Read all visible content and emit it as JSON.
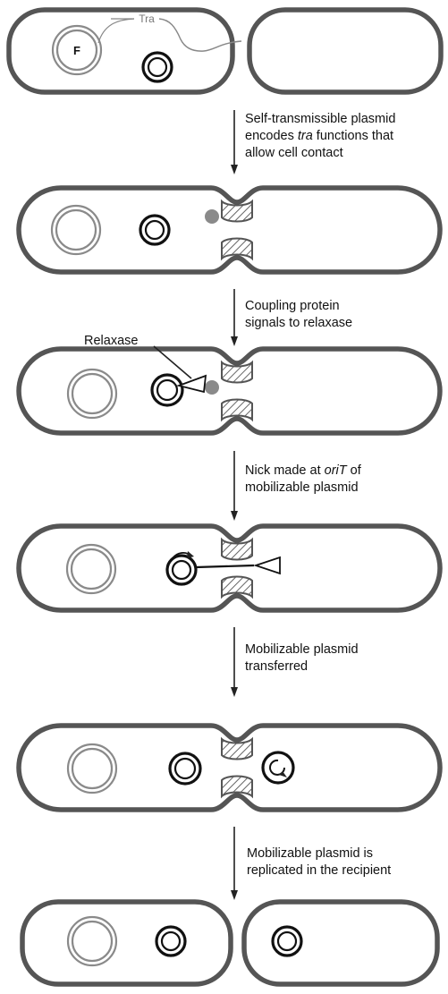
{
  "labels": {
    "f_plasmid": "F",
    "tra": "Tra",
    "relaxase": "Relaxase"
  },
  "steps": [
    {
      "line1": "Self-transmissible plasmid",
      "line2a": "encodes ",
      "line2b": "tra",
      "line2c": " functions that",
      "line3": "allow cell contact"
    },
    {
      "line1": "Coupling protein",
      "line2": "signals to relaxase"
    },
    {
      "line1a": "Nick made at ",
      "line1b": "oriT",
      "line1c": " of",
      "line2": "mobilizable plasmid"
    },
    {
      "line1": "Mobilizable plasmid",
      "line2": "transferred"
    },
    {
      "line1": "Mobilizable plasmid is",
      "line2": "replicated in the recipient"
    }
  ]
}
